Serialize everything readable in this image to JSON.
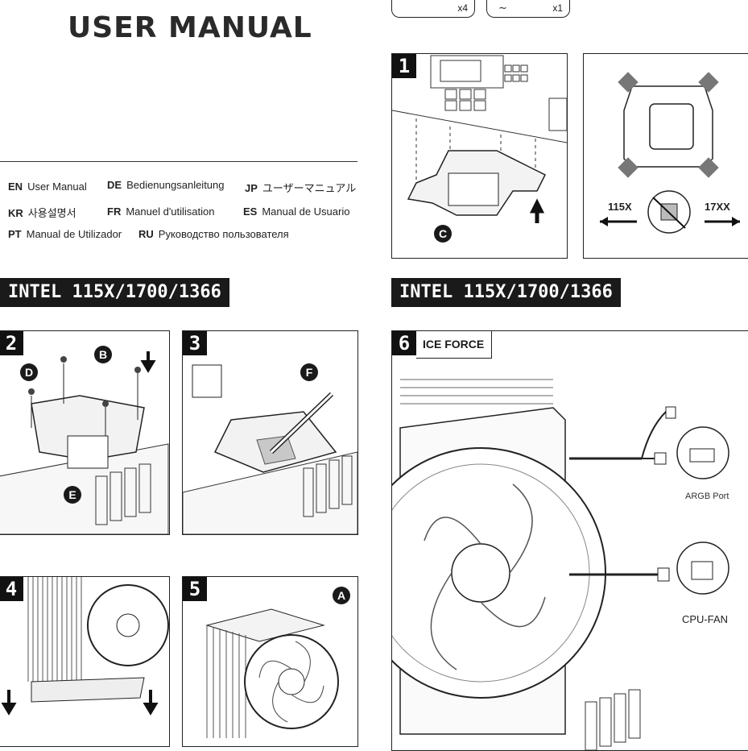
{
  "manual_title": "USER MANUAL",
  "languages": [
    {
      "code": "EN",
      "label": "User Manual"
    },
    {
      "code": "DE",
      "label": "Bedienungsanleitung"
    },
    {
      "code": "JP",
      "label": "ユーザーマニュアル"
    },
    {
      "code": "KR",
      "label": "사용설명서"
    },
    {
      "code": "FR",
      "label": "Manuel d'utilisation"
    },
    {
      "code": "ES",
      "label": "Manual de Usuario"
    },
    {
      "code": "PT",
      "label": "Manual de Utilizador"
    },
    {
      "code": "RU",
      "label": "Руководство пользователя"
    }
  ],
  "parts": {
    "screw_count": "x4",
    "tool_count": "x1"
  },
  "section_left": "INTEL 115X/1700/1366",
  "section_right": "INTEL 115X/1700/1366",
  "steps": {
    "s1": "1",
    "s2": "2",
    "s3": "3",
    "s4": "4",
    "s5": "5",
    "s6": "6"
  },
  "callouts": {
    "a": "A",
    "b": "B",
    "c": "C",
    "d": "D",
    "e": "E",
    "f": "F"
  },
  "step1_labels": {
    "left": "115X",
    "right": "17XX"
  },
  "step6": {
    "title": "ICE FORCE",
    "argb_port": "ARGB Port",
    "cpu_fan": "CPU-FAN"
  }
}
